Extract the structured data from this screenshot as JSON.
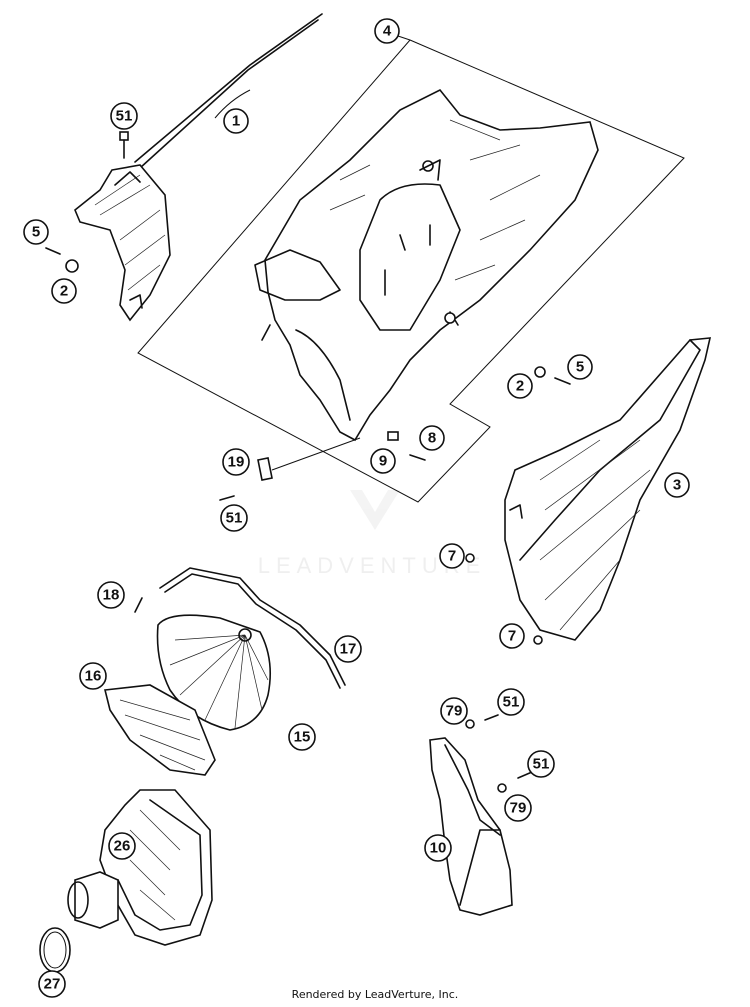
{
  "callouts": [
    {
      "id": "c1",
      "label": "1"
    },
    {
      "id": "c4",
      "label": "4"
    },
    {
      "id": "c51a",
      "label": "51"
    },
    {
      "id": "c5a",
      "label": "5"
    },
    {
      "id": "c2a",
      "label": "2"
    },
    {
      "id": "c5b",
      "label": "5"
    },
    {
      "id": "c2b",
      "label": "2"
    },
    {
      "id": "c8",
      "label": "8"
    },
    {
      "id": "c9",
      "label": "9"
    },
    {
      "id": "c19",
      "label": "19"
    },
    {
      "id": "c51b",
      "label": "51"
    },
    {
      "id": "c3",
      "label": "3"
    },
    {
      "id": "c7a",
      "label": "7"
    },
    {
      "id": "c7b",
      "label": "7"
    },
    {
      "id": "c18",
      "label": "18"
    },
    {
      "id": "c17",
      "label": "17"
    },
    {
      "id": "c16",
      "label": "16"
    },
    {
      "id": "c15",
      "label": "15"
    },
    {
      "id": "c79a",
      "label": "79"
    },
    {
      "id": "c51c",
      "label": "51"
    },
    {
      "id": "c51d",
      "label": "51"
    },
    {
      "id": "c79b",
      "label": "79"
    },
    {
      "id": "c26",
      "label": "26"
    },
    {
      "id": "c10",
      "label": "10"
    },
    {
      "id": "c27",
      "label": "27"
    }
  ],
  "watermark": "LEADVENTURE",
  "footer": "Rendered by LeadVerture, Inc."
}
